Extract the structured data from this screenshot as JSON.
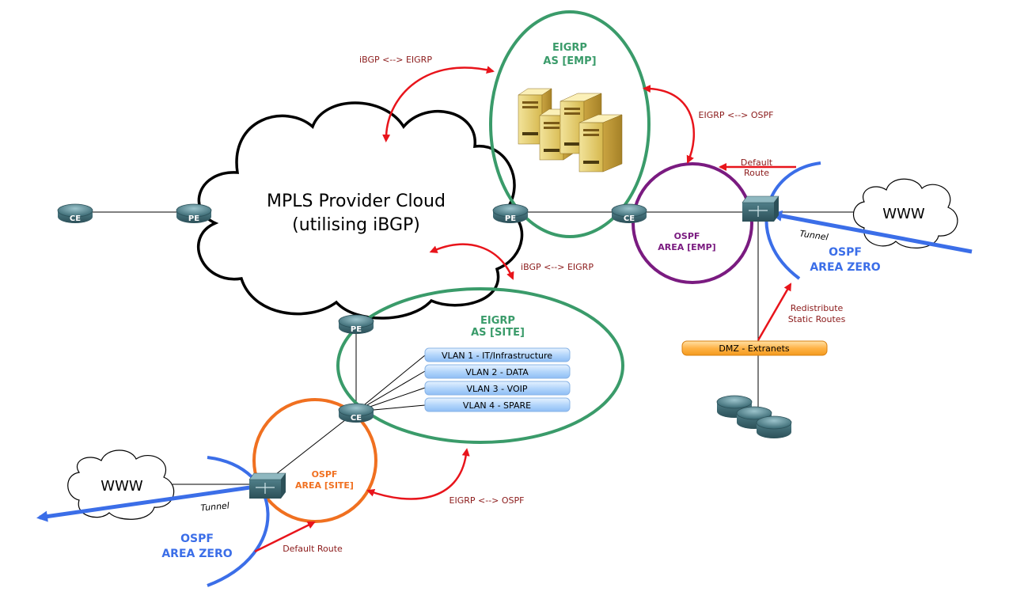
{
  "cloud": {
    "line1": "MPLS Provider Cloud",
    "line2": "(utilising iBGP)"
  },
  "devices": {
    "ce_left": "CE",
    "pe_left": "PE",
    "pe_right": "PE",
    "ce_emp": "CE",
    "pe_bottom": "PE",
    "ce_site": "CE"
  },
  "eigrp_emp": {
    "line1": "EIGRP",
    "line2": "AS [EMP]"
  },
  "eigrp_site": {
    "line1": "EIGRP",
    "line2": "AS [SITE]"
  },
  "ospf_emp": {
    "line1": "OSPF",
    "line2": "AREA [EMP]"
  },
  "ospf_site": {
    "line1": "OSPF",
    "line2": "AREA [SITE]"
  },
  "area_zero_right": {
    "line1": "OSPF",
    "line2": "AREA ZERO"
  },
  "area_zero_left": {
    "line1": "OSPF",
    "line2": "AREA ZERO"
  },
  "www_right": "WWW",
  "www_left": "WWW",
  "tunnel_right": "Tunnel",
  "tunnel_left": "Tunnel",
  "arrows": {
    "ibgp_eigrp_top": "iBGP <--> EIGRP",
    "ibgp_eigrp_mid": "iBGP <--> EIGRP",
    "eigrp_ospf_emp": "EIGRP <--> OSPF",
    "eigrp_ospf_site": "EIGRP <--> OSPF",
    "default_route_right_1": "Default",
    "default_route_right_2": "Route",
    "default_route_left": "Default Route",
    "redistribute_1": "Redistribute",
    "redistribute_2": "Static Routes"
  },
  "vlans": [
    "VLAN 1 - IT/Infrastructure",
    "VLAN 2 - DATA",
    "VLAN 3 - VOIP",
    "VLAN 4 - SPARE"
  ],
  "dmz": "DMZ - Extranets",
  "colors": {
    "green": "#3a9b6a",
    "purple": "#7a1b80",
    "orange": "#f07020",
    "blue": "#3b6ee8",
    "red": "#e8141b",
    "dark_red": "#8b1a1a"
  }
}
